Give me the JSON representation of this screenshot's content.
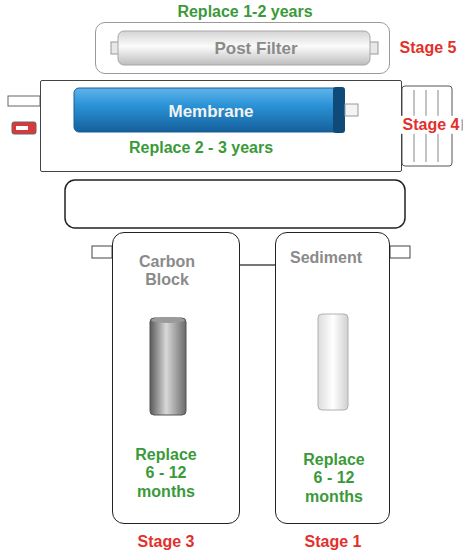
{
  "diagram": {
    "nodes": [
      {
        "text": [
          "Post Filter"
        ]
      },
      {
        "text": [
          "Membrane",
          "Replace 2 - 3 years"
        ]
      },
      {
        "text": [
          "Carbon Block",
          "Replace 6 - 12 months"
        ]
      },
      {
        "text": [
          "Sediment",
          "Replace 6 - 12 months"
        ]
      }
    ],
    "edges": [
      {
        "from": 3,
        "to": 2,
        "arrow": "none"
      }
    ],
    "labels": [
      "Replace 1-2 years",
      "Stage 5",
      "Stage 4",
      "Stage 3",
      "Stage 1"
    ]
  }
}
